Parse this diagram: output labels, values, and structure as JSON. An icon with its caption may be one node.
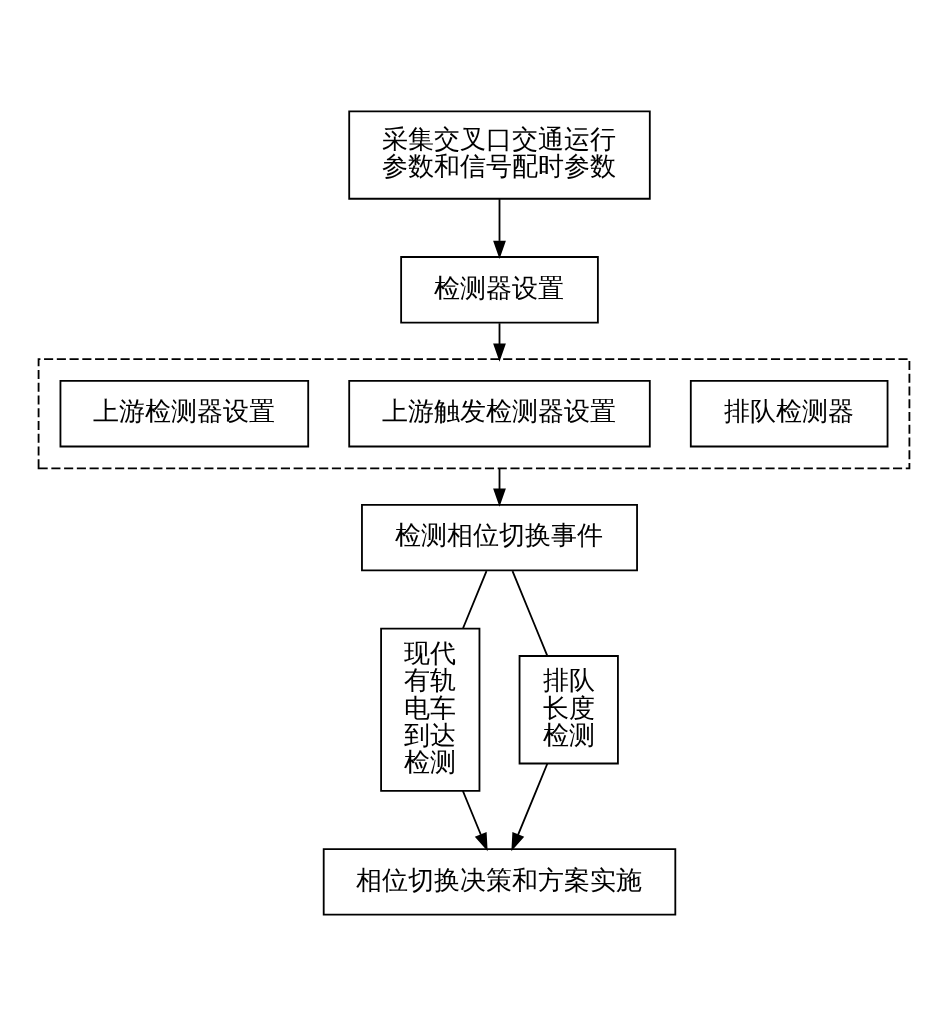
{
  "diagram": {
    "nodes": [
      {
        "text": [
          "采集交叉口交通运行参数和信号配时参数"
        ]
      },
      {
        "text": [
          "检测器设置"
        ]
      },
      {
        "text": [],
        "shape": "box"
      },
      {
        "text": [
          "上游检测器设置"
        ],
        "in": 2
      },
      {
        "text": [
          "上游触发检测器设置"
        ],
        "in": 2
      },
      {
        "text": [
          "排队检测器"
        ],
        "in": 2
      },
      {
        "text": [
          "检测相位切换事件"
        ]
      },
      {
        "text": [
          "现代有轨电车到达检测"
        ]
      },
      {
        "text": [
          "排队长度检测"
        ]
      },
      {
        "text": [
          "相位切换决策和方案实施"
        ]
      }
    ],
    "edges": [
      {
        "from": 0,
        "to": 1,
        "arrow": "to"
      },
      {
        "from": 1,
        "to": 2,
        "arrow": "to"
      },
      {
        "from": 2,
        "to": 6,
        "arrow": "to"
      },
      {
        "from": 6,
        "to": 7,
        "arrow": "none"
      },
      {
        "from": 6,
        "to": 8,
        "arrow": "none"
      },
      {
        "from": 7,
        "to": 9,
        "arrow": "to"
      },
      {
        "from": 8,
        "to": 9,
        "arrow": "to"
      }
    ]
  }
}
